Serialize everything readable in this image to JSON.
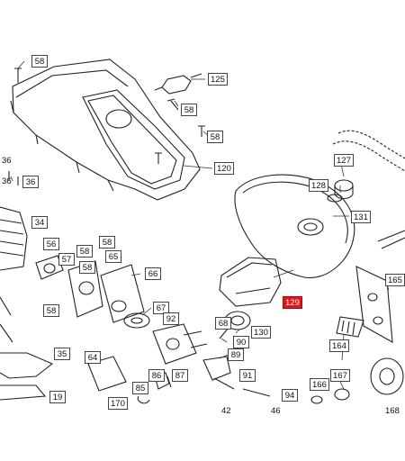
{
  "labels": {
    "p58a": "58",
    "p125": "125",
    "p58b": "58",
    "p58c": "58",
    "p120": "120",
    "p36a": "36",
    "p36b": "36",
    "p36c": "36",
    "p127": "127",
    "p128": "128",
    "p131": "131",
    "p34": "34",
    "p56": "56",
    "p58d": "58",
    "p58e": "58",
    "p57": "57",
    "p58f": "58",
    "p65": "65",
    "p66": "66",
    "p165": "165",
    "p58g": "58",
    "p67": "67",
    "p92": "92",
    "p129": "129",
    "p68": "68",
    "p90": "90",
    "p130": "130",
    "p164": "164",
    "p35": "35",
    "p64": "64",
    "p89": "89",
    "p86": "86",
    "p87": "87",
    "p91": "91",
    "p167": "167",
    "p85": "85",
    "p166": "166",
    "p94": "94",
    "p19": "19",
    "p170": "170",
    "p42": "42",
    "p46": "46",
    "p168": "168"
  },
  "highlight": {
    "color": "#e0151b"
  }
}
